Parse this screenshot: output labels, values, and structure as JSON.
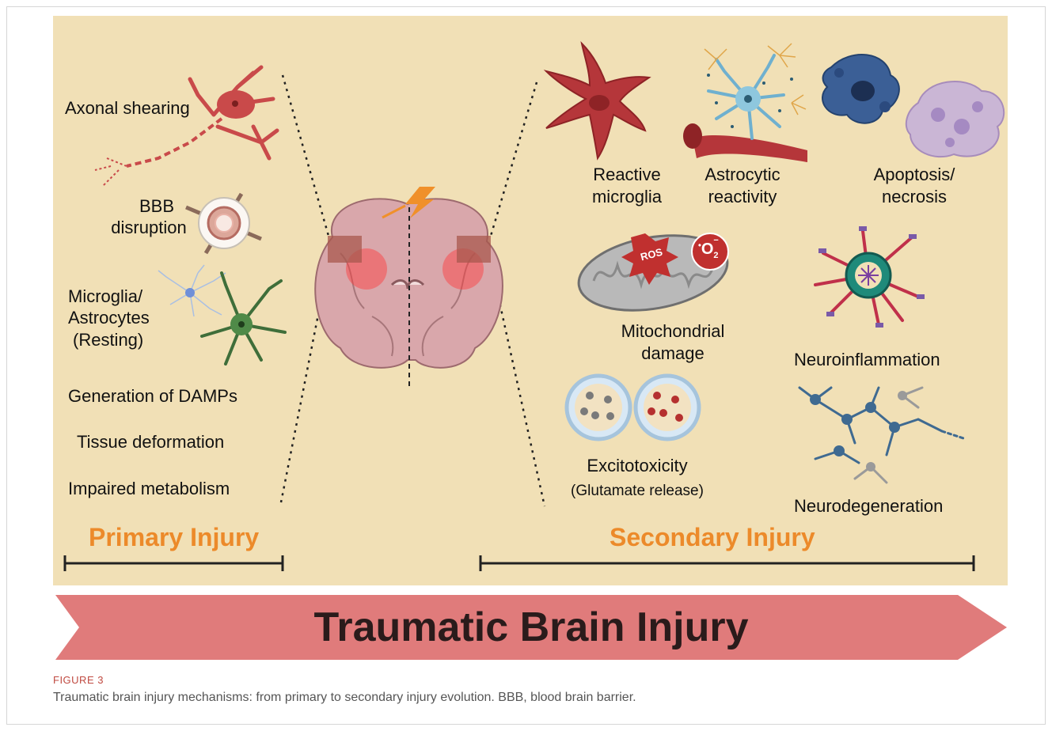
{
  "panel": {
    "primary_labels": {
      "axonal": "Axonal shearing",
      "bbb_line1": "BBB",
      "bbb_line2": "disruption",
      "glia_line1": "Microglia/",
      "glia_line2": "Astrocytes",
      "glia_line3": "(Resting)",
      "damps": "Generation of DAMPs",
      "tissue": "Tissue deformation",
      "metabolism": "Impaired metabolism"
    },
    "secondary_labels": {
      "microglia_line1": "Reactive",
      "microglia_line2": "microglia",
      "astro_line1": "Astrocytic",
      "astro_line2": "reactivity",
      "apop_line1": "Apoptosis/",
      "apop_line2": "necrosis",
      "mito_line1": "Mitochondrial",
      "mito_line2": "damage",
      "neuroinflammation": "Neuroinflammation",
      "excito_line1": "Excitotoxicity",
      "excito_line2": "(Glutamate release)",
      "neurodegeneration": "Neurodegeneration"
    },
    "badges": {
      "ros": "ROS",
      "superoxide": "O",
      "superoxide_sup": "•",
      "superoxide_sub": "2",
      "superoxide_charge": "−"
    },
    "phases": {
      "primary": "Primary Injury",
      "secondary": "Secondary Injury"
    }
  },
  "banner": {
    "title": "Traumatic Brain Injury"
  },
  "figure": {
    "label": "FIGURE 3",
    "caption": "Traumatic brain injury mechanisms: from primary to secondary injury evolution. BBB, blood brain barrier."
  },
  "colors": {
    "panel_bg": "#f1e0b6",
    "phase_text": "#ec8a2a",
    "banner_fill": "#e07b7b",
    "neuron_red": "#c94a4a",
    "microglia_blue": "#a9bfe3",
    "astrocyte_green": "#3f6e3a",
    "apoptosis_blue": "#3b5f96",
    "necrosis_purple": "#b49ccc",
    "brain_pink": "#d9a7ab"
  }
}
